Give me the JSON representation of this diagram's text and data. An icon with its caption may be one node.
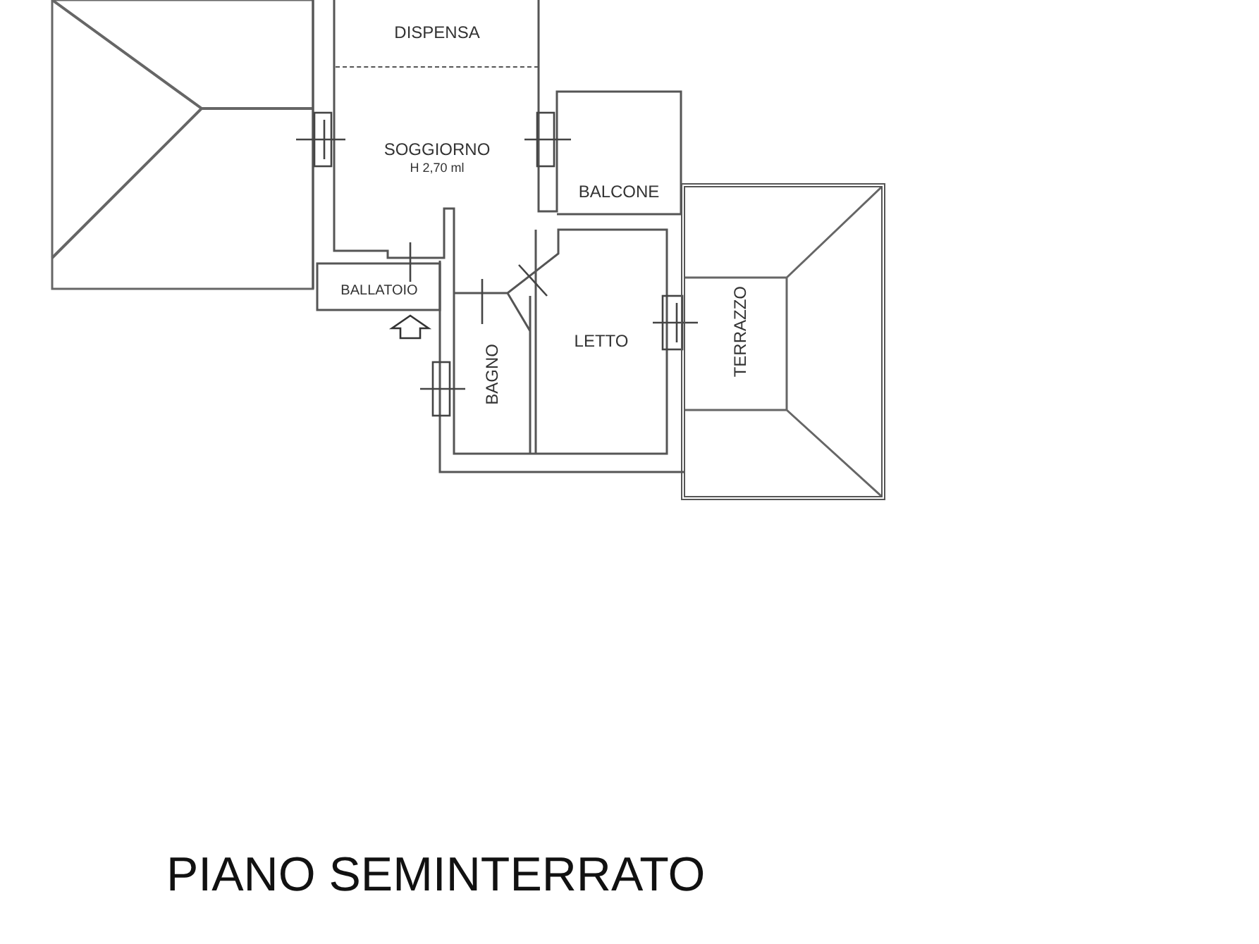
{
  "diagram": {
    "title": "PIANO SEMINTERRATO",
    "nodes": [
      {
        "text": [
          "DISPENSA"
        ]
      },
      {
        "text": [
          "SOGGIORNO",
          "H 2,70 ml"
        ]
      },
      {
        "text": [
          "BALCONE"
        ]
      },
      {
        "text": [
          "BALLATOIO"
        ]
      },
      {
        "text": [
          "BAGNO"
        ]
      },
      {
        "text": [
          "LETTO"
        ]
      },
      {
        "text": [
          "TERRAZZO"
        ]
      }
    ]
  }
}
